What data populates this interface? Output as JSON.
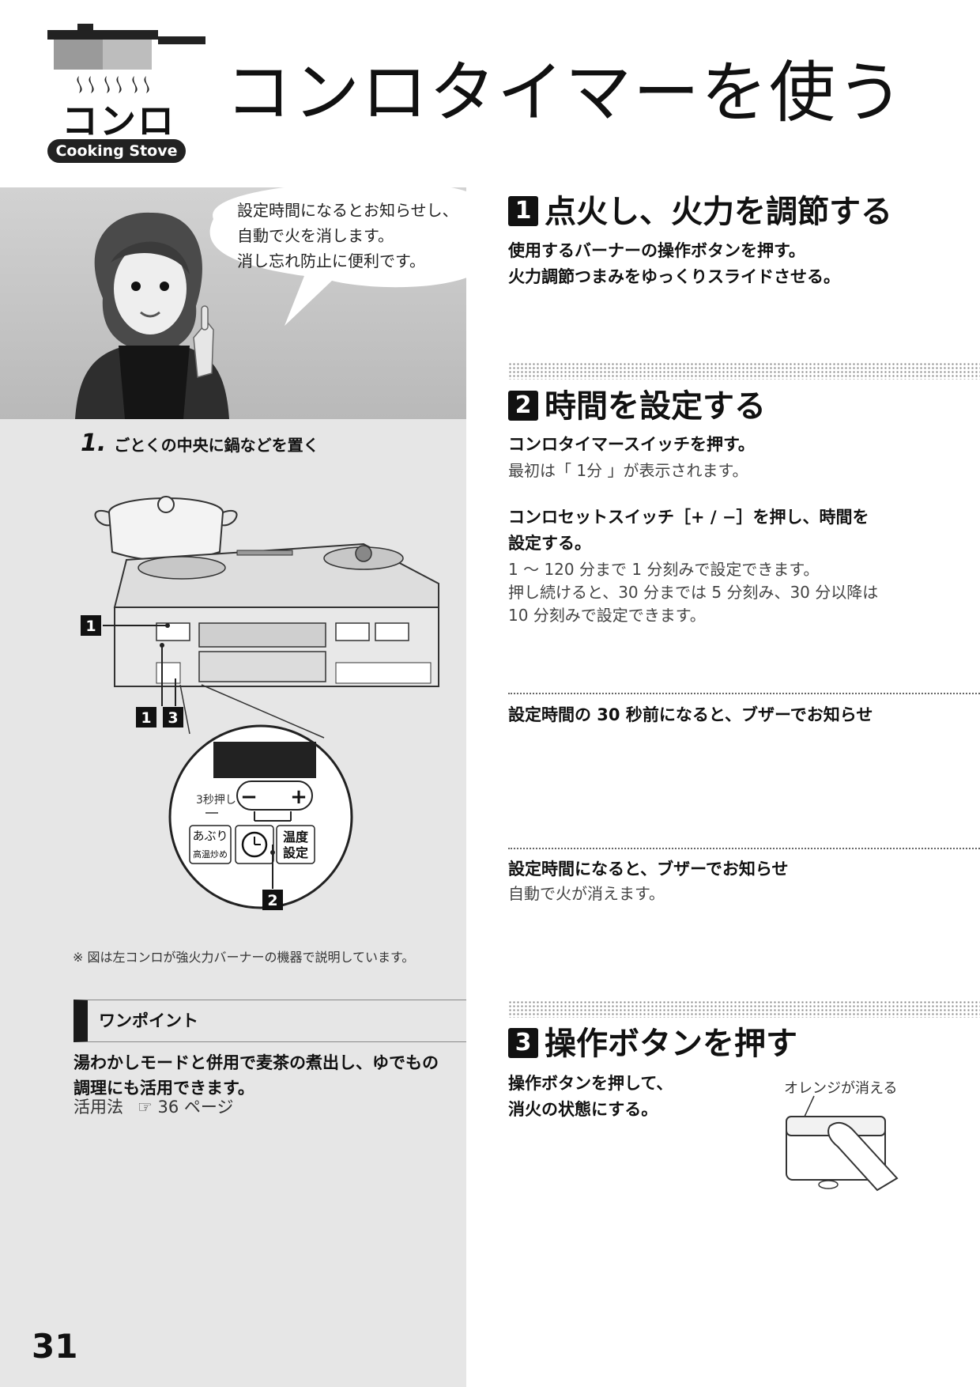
{
  "header": {
    "logo_text": "コンロ",
    "logo_sub": "Cooking Stove",
    "title": "コンロタイマーを使う"
  },
  "intro": {
    "bubble_lines": [
      "設定時間になるとお知らせし、",
      "自動で火を消します。",
      "消し忘れ防止に便利です。"
    ]
  },
  "step_one": {
    "number": "1.",
    "text": "ごとくの中央に鍋などを置く"
  },
  "diagram": {
    "callout_a": "1",
    "callout_b1": "1",
    "callout_b2": "3",
    "callout_c": "2",
    "press_label": "3秒押し",
    "minus": "−",
    "plus": "+",
    "aburi_top": "あぶり",
    "aburi_bottom": "高温炒め",
    "temp_top": "温度",
    "temp_bottom": "設定"
  },
  "note": "※ 図は左コンロが強火力バーナーの機器で説明しています。",
  "one_point": {
    "heading": "ワンポイント",
    "body": "湯わかしモードと併用で麦茶の煮出し、ゆでもの調理にも活用できます。",
    "ref_label": "活用法",
    "ref_page": "☞ 36 ページ"
  },
  "page_number": "31",
  "steps": [
    {
      "badge": "1",
      "title": "点火し、火力を調節する",
      "lines": [
        "使用するバーナーの操作ボタンを押す。",
        "火力調節つまみをゆっくりスライドさせる。"
      ]
    },
    {
      "badge": "2",
      "title": "時間を設定する",
      "a_bold": "コンロタイマースイッチを押す。",
      "a_text": "最初は「 1分 」が表示されます。",
      "b_bold": [
        "コンロセットスイッチ［+ / −］を押し、時間を",
        "設定する。"
      ],
      "b_text": [
        "1 ～ 120 分まで 1 分刻みで設定できます。",
        "押し続けると、30 分までは 5 分刻み、30 分以降は",
        "10 分刻みで設定できます。"
      ],
      "c_bold": "設定時間の 30 秒前になると、ブザーでお知らせ",
      "d_bold": "設定時間になると、ブザーでお知らせ",
      "d_text": "自動で火が消えます。"
    },
    {
      "badge": "3",
      "title": "操作ボタンを押す",
      "lines": [
        "操作ボタンを押して、",
        "消火の状態にする。"
      ],
      "caption": "オレンジが消える"
    }
  ]
}
